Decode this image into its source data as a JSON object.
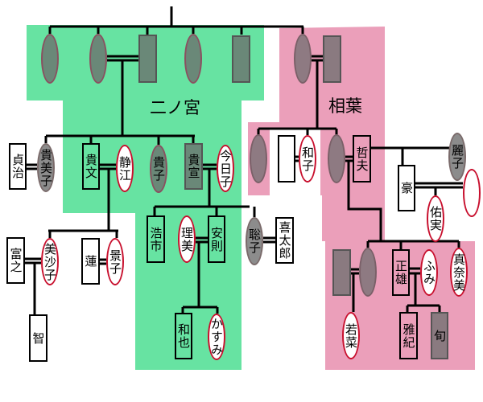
{
  "families": {
    "ninomiya": "二ノ宮",
    "aiba": "相葉"
  },
  "people": {
    "sadaharu": "貞治",
    "kimiko": "貴美子",
    "takafumi": "貴文",
    "shizue": "静江",
    "takako": "貴子",
    "takanobu": "貴宣",
    "kyoko": "今日子",
    "tomiyuki": "富之",
    "misako": "美沙子",
    "satoshi": "智",
    "ren": "蓮",
    "keiko": "景子",
    "koichi": "浩市",
    "rimi": "理美",
    "yasunori": "安則",
    "satoko": "聡子",
    "kitaro": "喜太郎",
    "kazuya": "和也",
    "kasumi": "かすみ",
    "kazuko": "和子",
    "tetsuo": "哲夫",
    "reiko": "麗子",
    "go": "豪",
    "yumi": "佑実",
    "masao": "正雄",
    "fumi": "ふみ",
    "manami": "真奈美",
    "wakana": "若菜",
    "masaki": "雅紀",
    "shun": "旬"
  },
  "colors": {
    "ninomiya_bg": "#67e3a2",
    "aiba_bg": "#eb9fba",
    "female_outline": "#c8102e"
  }
}
